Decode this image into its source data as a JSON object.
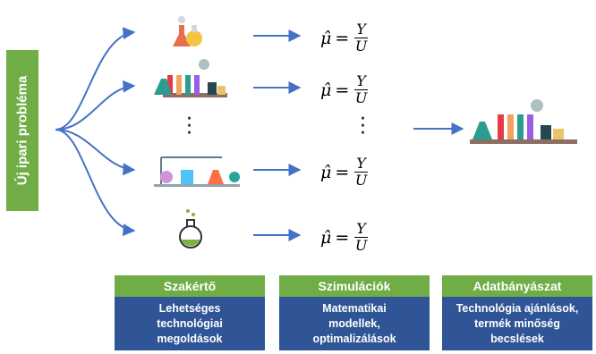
{
  "vertical_label": "Új ipari probléma",
  "formula": {
    "lhs": "μ̂",
    "eq": "=",
    "num": "Y",
    "den": "U"
  },
  "columns": [
    {
      "head": "Szakértő",
      "lines": [
        "Lehetséges",
        "technológiai",
        "megoldások"
      ]
    },
    {
      "head": "Szimulációk",
      "lines": [
        "Matematikai",
        "modellek,",
        "optimalizálások"
      ]
    },
    {
      "head": "Adatbányászat",
      "lines": [
        "Technológia ajánlások,",
        "termék minőség",
        "becslések"
      ]
    }
  ],
  "icons": [
    "flasks-icon",
    "lab-rack-icon",
    "lab-apparatus-icon",
    "round-flask-icon",
    "lab-set-icon"
  ],
  "colors": {
    "green": "#70ad47",
    "blue": "#2f5597",
    "arrow": "#4472c4"
  }
}
